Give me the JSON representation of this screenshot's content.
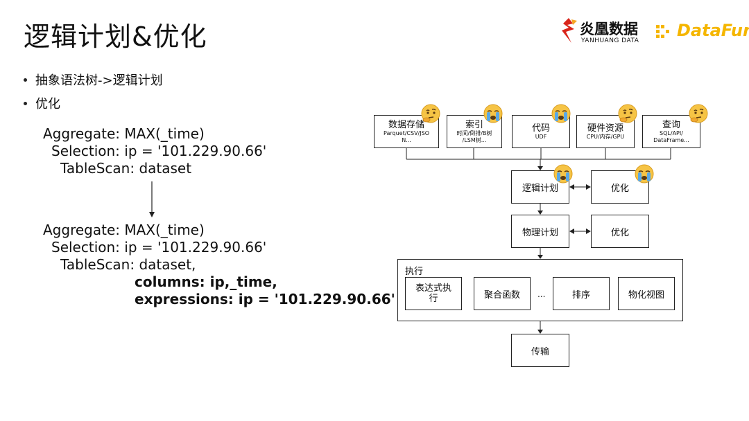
{
  "title": "逻辑计划&优化",
  "logos": {
    "yanhuang_cn": "炎凰数据",
    "yanhuang_en": "YANHUANG DATA",
    "datafun": "DataFun."
  },
  "bullets": [
    "抽象语法树->逻辑计划",
    "优化"
  ],
  "plan_before": [
    "Aggregate: MAX(_time)",
    "Selection: ip = '101.229.90.66'",
    "TableScan: dataset"
  ],
  "plan_after": [
    "Aggregate: MAX(_time)",
    "Selection: ip = '101.229.90.66'",
    "TableScan: dataset,"
  ],
  "plan_after_bold": [
    "columns: ip,_time,",
    "expressions: ip = '101.229.90.66'"
  ],
  "sources": [
    {
      "title": "数据存储",
      "sub": "Parquet/CSV/JSON...",
      "sub1": "Parquet/CSV/JSO",
      "sub2": "N...",
      "emoji": "thinking"
    },
    {
      "title": "索引",
      "sub1": "时间/倒排/B树",
      "sub2": "/LSM树...",
      "emoji": "crying"
    },
    {
      "title": "代码",
      "sub1": "UDF",
      "sub2": "",
      "emoji": "crying"
    },
    {
      "title": "硬件资源",
      "sub1": "CPU/内存/GPU",
      "sub2": "",
      "emoji": "thinking"
    },
    {
      "title": "查询",
      "sub1": "SQL/API/",
      "sub2": "DataFrame...",
      "emoji": "thinking"
    }
  ],
  "logical_plan": "逻辑计划",
  "physical_plan": "物理计划",
  "optimize": "优化",
  "execute": "执行",
  "exec_ops": [
    "表达式执行",
    "聚合函数",
    "...",
    "排序",
    "物化视图"
  ],
  "transfer": "传输",
  "colors": {
    "emoji_face": "#f6c445",
    "emoji_tear": "#5aa9e6",
    "datafun": "#f5b600",
    "yanhuang_red": "#d9261c"
  }
}
